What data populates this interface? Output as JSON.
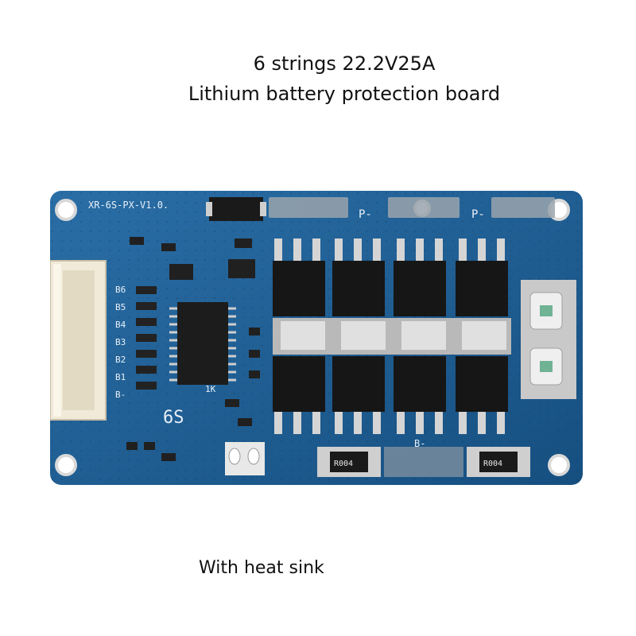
{
  "title": {
    "line1": "6 strings 22.2V25A",
    "line2": "Lithium battery protection board"
  },
  "caption": "With heat sink",
  "board": {
    "model": "XR-6S-PX-V1.0.",
    "series_mark": "6S",
    "pin_labels": [
      "B6",
      "B5",
      "B4",
      "B3",
      "B2",
      "B1",
      "B-"
    ],
    "pad_labels": [
      "P-",
      "P-",
      "B-"
    ],
    "resistor_mark": "1K",
    "shunt_mark": "R004",
    "pcb_color": "#1b5e96",
    "heatsink_color": "#c8c8c8"
  }
}
